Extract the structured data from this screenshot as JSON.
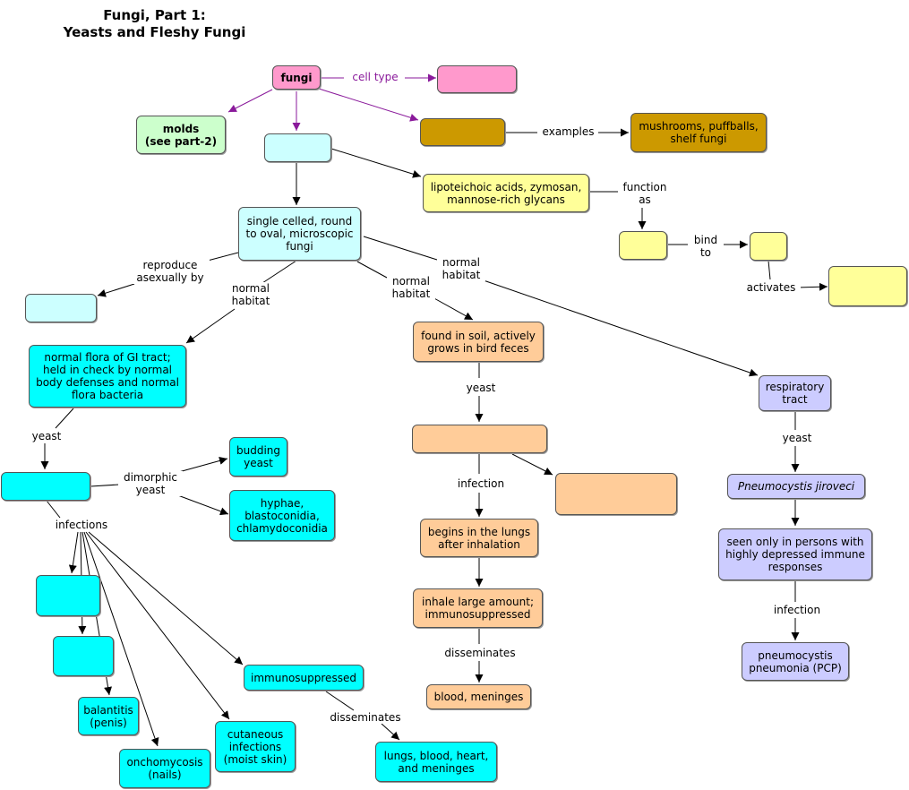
{
  "title": "Fungi, Part 1:\nYeasts and Fleshy Fungi",
  "colors": {
    "purple_link": "#8a1a9b",
    "black_link": "#000000",
    "pink": "#ff99cc",
    "gold": "#cc9900",
    "cyan": "#00ffff",
    "light_cyan": "#ccffff",
    "yellow": "#ffff99",
    "peach": "#ffcc99",
    "lavender": "#ccccff",
    "green": "#ccffcc"
  },
  "nodes": {
    "fungi": "fungi",
    "cell_type_blank": "",
    "molds": "molds\n(see part-2)",
    "fleshy_blank": "",
    "mushrooms": "mushrooms, puffballs,\nshelf fungi",
    "yeasts_blank": "",
    "cellwall": "lipoteichoic acids, zymosan,\nmannose-rich glycans",
    "pamp_blank": "",
    "receptor_blank": "",
    "activates_blank": "",
    "single_celled": "single celled, round\nto oval, microscopic\nfungi",
    "budding_blank": "",
    "gi_flora": "normal flora of GI tract;\nheld in check by normal\nbody defenses and normal\nflora bacteria",
    "candida_blank": "",
    "budding_yeast": "budding\nyeast",
    "hyphae": "hyphae,\nblastoconidia,\nchlamydoconidia",
    "inf1_blank": "",
    "inf2_blank": "",
    "balantitis": "balantitis\n(penis)",
    "onychomycosis": "onchomycosis\n(nails)",
    "cutaneous": "cutaneous\ninfections\n(moist skin)",
    "immuno": "immunosuppressed",
    "lungs_blood": "lungs, blood, heart,\nand meninges",
    "soil": "found in soil, actively\ngrows in bird feces",
    "crypto_blank": "",
    "crypto2_blank": "",
    "lungs_begin": "begins in the lungs\nafter inhalation",
    "inhale": "inhale large amount;\nimmunosuppressed",
    "blood_men": "blood, meninges",
    "resp": "respiratory\ntract",
    "pneumocystis": "Pneumocystis jiroveci",
    "depressed": "seen only in persons with\nhighly depressed immune\nresponses",
    "pcp": "pneumocystis\npneumonia (PCP)"
  },
  "labels": {
    "cell_type": "cell type",
    "examples": "examples",
    "function_as": "function\nas",
    "bind_to": "bind\nto",
    "activates": "activates",
    "reproduce": "reproduce\nasexually by",
    "habitat_gi": "normal\nhabitat",
    "habitat_soil": "normal\nhabitat",
    "habitat_resp": "normal\nhabitat",
    "yeast_gi": "yeast",
    "dimorphic": "dimorphic\nyeast",
    "infections": "infections",
    "disseminates_immuno": "disseminates",
    "yeast_soil": "yeast",
    "infection_crypto": "infection",
    "disseminates_crypto": "disseminates",
    "yeast_resp": "yeast",
    "infection_resp": "infection"
  }
}
